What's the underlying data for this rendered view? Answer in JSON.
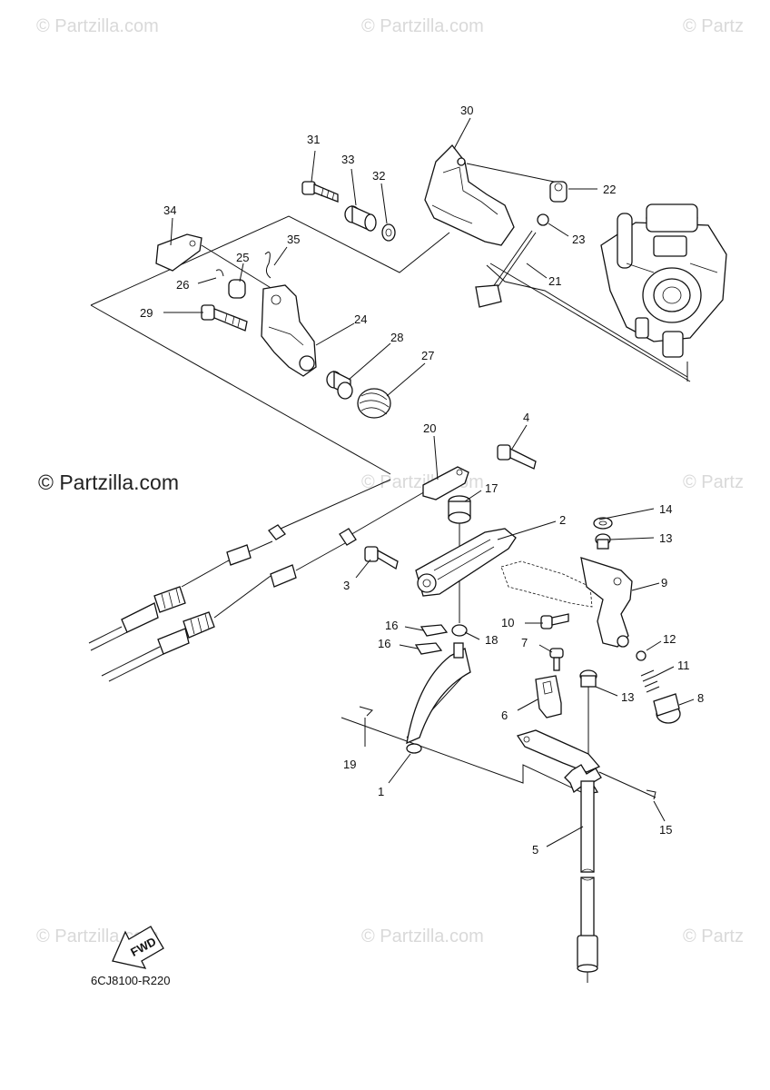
{
  "watermarks": {
    "top_left": "© Partzilla.com",
    "top_center": "© Partzilla.com",
    "top_right": "© Partz",
    "mid_left": "© Partzilla.com",
    "mid_center": "© Partzilla.com",
    "mid_right": "© Partz",
    "bottom_left": "© Partzilla.com",
    "bottom_center": "© Partzilla.com",
    "bottom_right": "© Partz"
  },
  "diagram_code": "6CJ8100-R220",
  "fwd_label": "FWD",
  "callouts": {
    "c1": "1",
    "c2": "2",
    "c3": "3",
    "c4": "4",
    "c5": "5",
    "c6": "6",
    "c7": "7",
    "c8": "8",
    "c9": "9",
    "c10": "10",
    "c11": "11",
    "c12": "12",
    "c13a": "13",
    "c13b": "13",
    "c14": "14",
    "c15": "15",
    "c16a": "16",
    "c16b": "16",
    "c17": "17",
    "c18": "18",
    "c19": "19",
    "c20": "20",
    "c21": "21",
    "c22": "22",
    "c23": "23",
    "c24": "24",
    "c25": "25",
    "c26": "26",
    "c27": "27",
    "c28": "28",
    "c29": "29",
    "c30": "30",
    "c31": "31",
    "c32": "32",
    "c33": "33",
    "c34": "34",
    "c35": "35"
  }
}
